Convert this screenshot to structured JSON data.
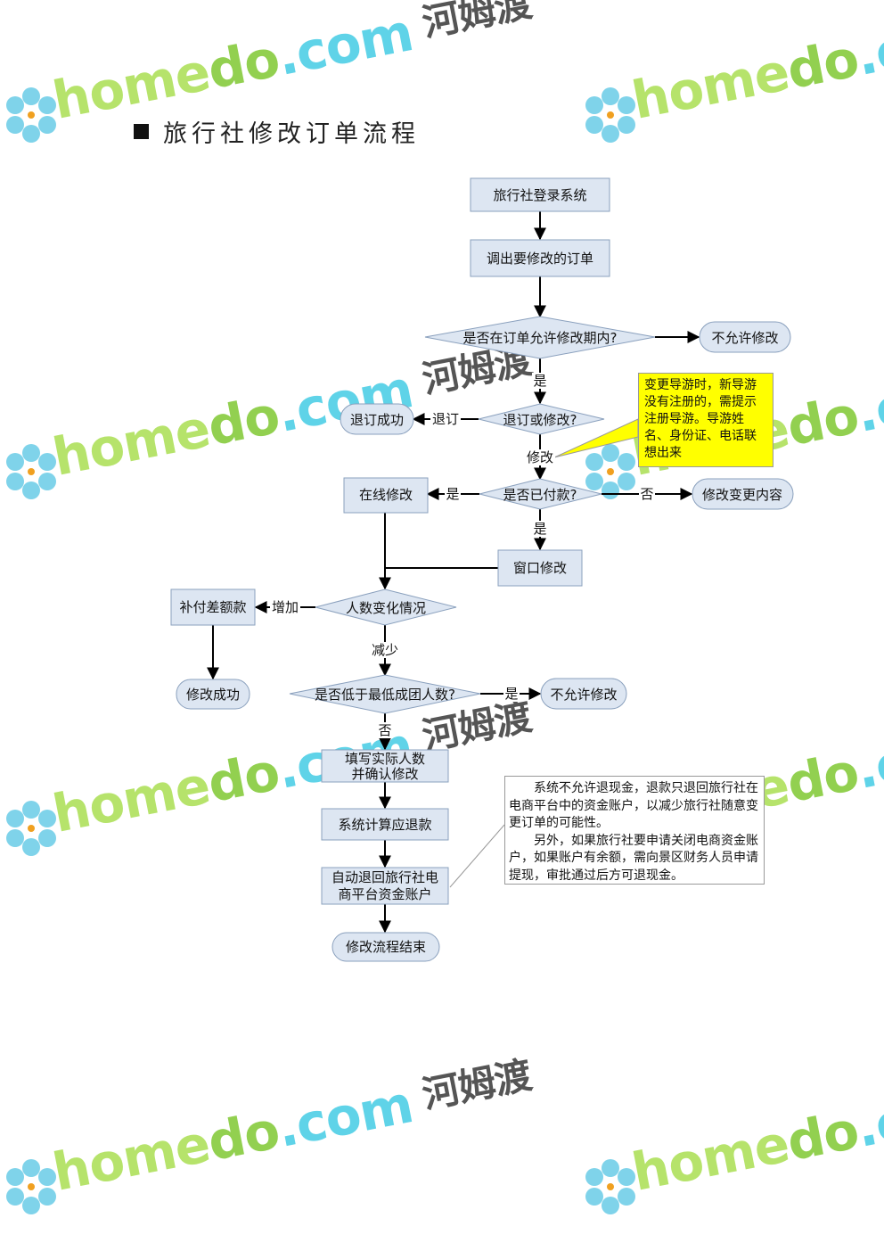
{
  "title": "旅行社修改订单流程",
  "watermark": {
    "home": "home",
    "do": "do",
    "com": ".com",
    "cn": "河姆渡"
  },
  "nodes": {
    "login": "旅行社登录系统",
    "fetch": "调出要修改的订单",
    "in_period": "是否在订单允许修改期内?",
    "not_allowed_1": "不允许修改",
    "refund_or_modify": "退订或修改?",
    "refund_ok": "退订成功",
    "paid": "是否已付款?",
    "online": "在线修改",
    "change_content": "修改变更内容",
    "window": "窗口修改",
    "people_change": "人数变化情况",
    "pay_diff": "补付差额款",
    "modify_ok": "修改成功",
    "below_min": "是否低于最低成团人数?",
    "not_allowed_2": "不允许修改",
    "fill_line1": "填写实际人数",
    "fill_line2": "并确认修改",
    "calc": "系统计算应退款",
    "auto_line1": "自动退回旅行社电",
    "auto_line2": "商平台资金账户",
    "end": "修改流程结束"
  },
  "labels": {
    "yes_1": "是",
    "refund": "退订",
    "modify": "修改",
    "yes_paid": "是",
    "no_paid": "否",
    "yes_window": "是",
    "increase": "增加",
    "decrease": "减少",
    "yes_min": "是",
    "no_min": "否"
  },
  "note_guide": "变更导游时，新导游没有注册的，需提示注册导游。导游姓名、身份证、电话联想出来",
  "note_refund_p1": "系统不允许退现金，退款只退回旅行社在电商平台中的资金账户，以减少旅行社随意变更订单的可能性。",
  "note_refund_p2": "另外，如果旅行社要申请关闭电商资金账户，如果账户有余额，需向景区财务人员申请提现，审批通过后方可退现金。",
  "colors": {
    "box_fill": "#dde6f2",
    "box_stroke": "#8aa0bd",
    "note_yellow": "#ffff00"
  }
}
